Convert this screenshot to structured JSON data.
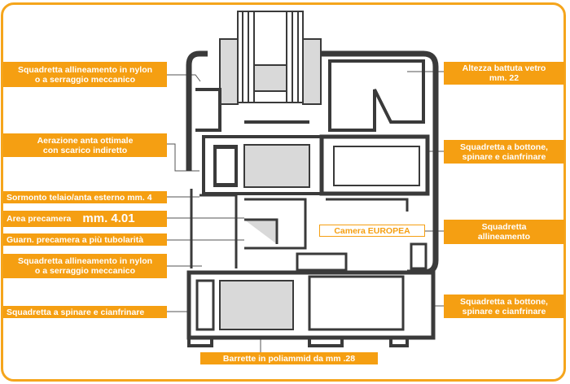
{
  "colors": {
    "accent": "#f59f12",
    "profile": "#3a3a3a",
    "section": "#d9d9d9",
    "border": "#f5a51c"
  },
  "labels": {
    "squadretta_nylon_top": "Squadretta allineamento in nylon\no a serraggio meccanico",
    "aerazione": "Aerazione anta ottimale\ncon scarico indiretto",
    "sormonto": "Sormonto telaio/anta esterno mm. 4",
    "area_text": "Area precamera",
    "area_value": "mm. 4.01",
    "guarnizione": "Guarn. precamera a più tubolarità",
    "squadretta_nylon_bottom": "Squadretta allineamento in nylon\no a serraggio meccanico",
    "spinare_left": "Squadretta a spinare e cianfrinare",
    "barrette": "Barrette in poliammid da mm .28",
    "altezza": "Altezza battuta vetro\nmm. 22",
    "bottone_top": "Squadretta a bottone,\nspinare e cianfrinare",
    "camera": "Camera     EUROPEA",
    "allineamento_right": "Squadretta\nallineamento",
    "bottone_bottom": "Squadretta a bottone,\nspinare e cianfrinare"
  }
}
